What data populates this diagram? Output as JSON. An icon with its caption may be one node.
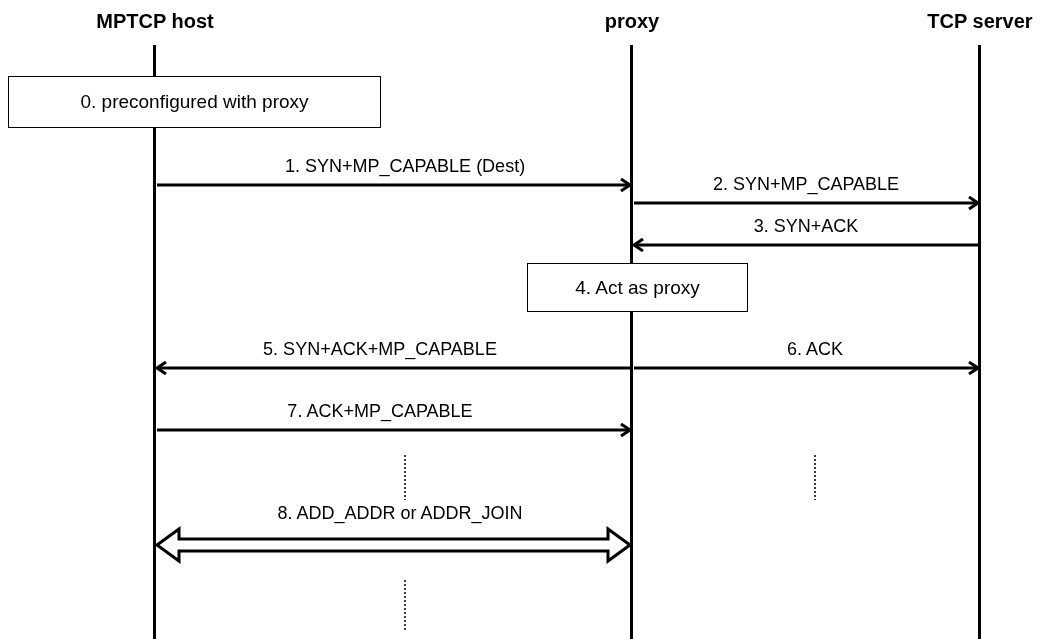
{
  "diagram": {
    "nodes": [
      {
        "text": [
          "MPTCP host"
        ]
      },
      {
        "text": [
          "proxy"
        ]
      },
      {
        "text": [
          "TCP server"
        ]
      },
      {
        "text": [
          "0. preconfigured with proxy"
        ]
      },
      {
        "text": [
          "4. Act as  proxy"
        ]
      }
    ],
    "edges": [
      {
        "from": 0,
        "to": 1,
        "arrow": "to",
        "label": "1. SYN+MP_CAPABLE (Dest)"
      },
      {
        "from": 1,
        "to": 2,
        "arrow": "to",
        "label": "2. SYN+MP_CAPABLE"
      },
      {
        "from": 2,
        "to": 1,
        "arrow": "to",
        "label": "3. SYN+ACK"
      },
      {
        "from": 1,
        "to": 0,
        "arrow": "to",
        "label": "5. SYN+ACK+MP_CAPABLE"
      },
      {
        "from": 1,
        "to": 2,
        "arrow": "to",
        "label": "6. ACK"
      },
      {
        "from": 0,
        "to": 1,
        "arrow": "to",
        "label": "7. ACK+MP_CAPABLE"
      },
      {
        "from": 0,
        "to": 1,
        "arrow": "both",
        "label": "8. ADD_ADDR or ADDR_JOIN",
        "style": "thick"
      }
    ]
  }
}
